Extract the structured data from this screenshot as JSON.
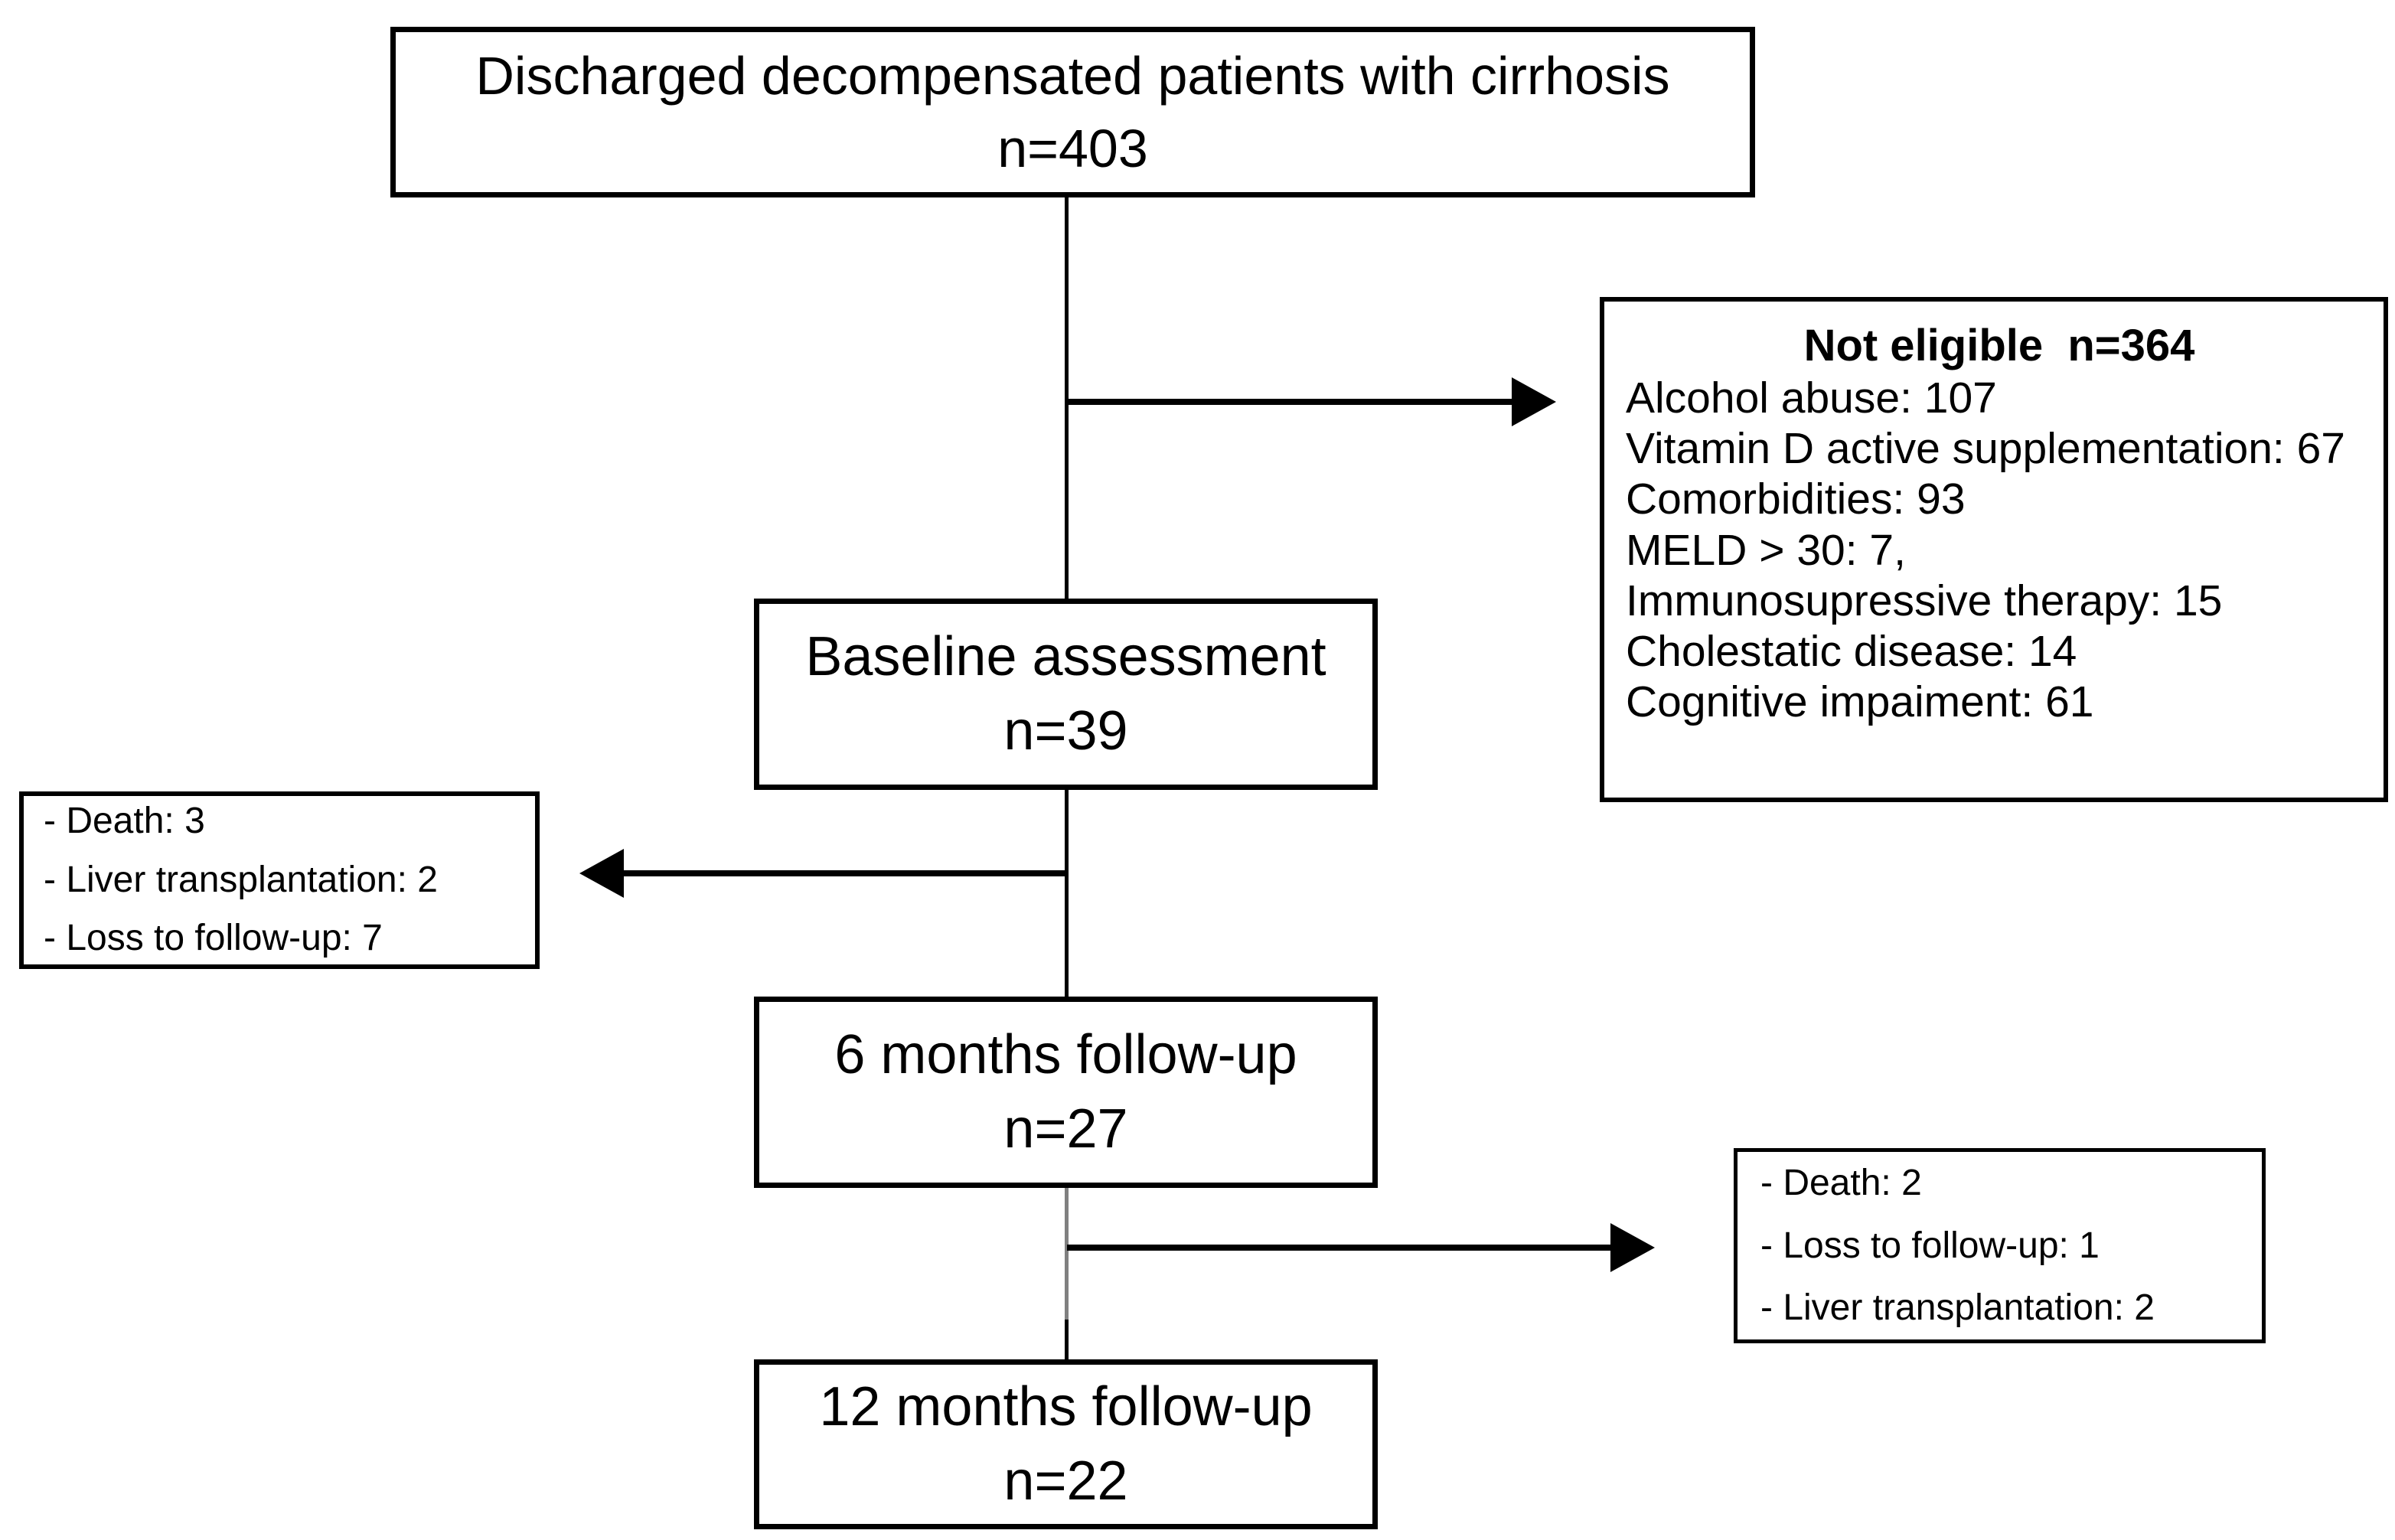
{
  "colors": {
    "ink": "#000000",
    "background": "#ffffff",
    "gray_connector": "#808080"
  },
  "boxes": {
    "top": {
      "line1": "Discharged decompensated patients with cirrhosis",
      "line2": "n=403"
    },
    "not_eligible": {
      "title": "Not eligible  n=364",
      "lines": [
        "Alcohol abuse: 107",
        "Vitamin D active supplementation: 67",
        "Comorbidities: 93",
        "MELD > 30: 7,",
        "Immunosupressive therapy: 15",
        "Cholestatic disease: 14",
        "Cognitive impaiment: 61"
      ]
    },
    "baseline": {
      "line1": "Baseline assessment",
      "line2": "n=39"
    },
    "baseline_dropout": {
      "lines": [
        "- Death: 3",
        "- Liver transplantation: 2",
        "- Loss to follow-up: 7"
      ]
    },
    "six_months": {
      "line1": "6 months follow-up",
      "line2": "n=27"
    },
    "six_dropout": {
      "lines": [
        "- Death: 2",
        "- Loss to follow-up: 1",
        "- Liver transplantation: 2"
      ]
    },
    "twelve_months": {
      "line1": "12 months follow-up",
      "line2": "n=22"
    }
  }
}
